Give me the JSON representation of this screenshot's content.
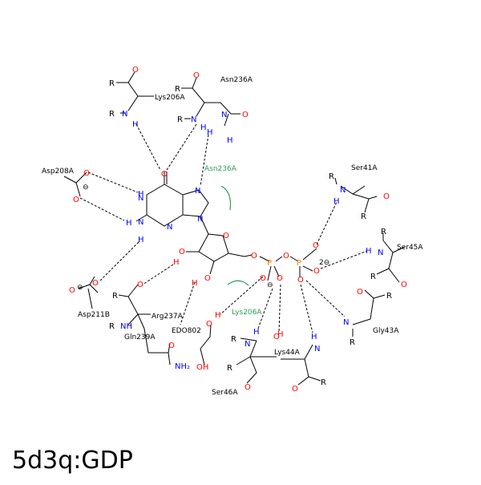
{
  "title": "5d3q:GDP",
  "residues": {
    "lys206a_top": "Lys206A",
    "asn236a_top": "Asn236A",
    "asn236a_green": "Asn236A",
    "asp208a": "Asp208A",
    "ser41a": "Ser41A",
    "ser45a": "Ser45A",
    "gly43a": "Gly43A",
    "asp211b": "Asp211B",
    "arg237a": "Arg237A",
    "gln239a": "Gln239A",
    "edo802": "EDO802",
    "lys206a_green": "Lys206A",
    "lys44a": "Lys44A",
    "ser46a": "Ser46A"
  },
  "atoms": {
    "R": "R",
    "O": "O",
    "N": "N",
    "H": "H",
    "P": "P",
    "NH": "NH",
    "NH2": "NH₂",
    "OH": "OH",
    "HN": "HN",
    "HH": "H–H"
  },
  "charges": {
    "minus": "⊖",
    "twominus": "2⊖"
  },
  "colors": {
    "oxygen": "#ff0000",
    "nitrogen": "#0000ff",
    "phosphorus": "#ff8000",
    "hydrophobic": "#2e9a5a"
  }
}
